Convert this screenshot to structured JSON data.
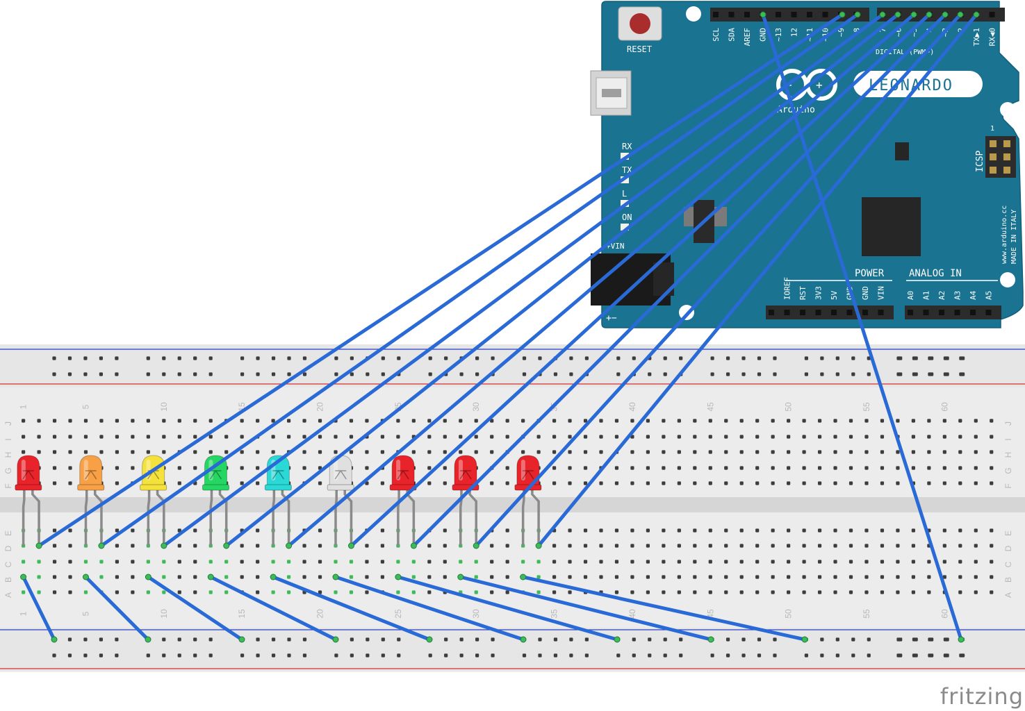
{
  "brand": "fritzing",
  "board": {
    "reset_label": "RESET",
    "logo_text": "LEONARDO",
    "logo_sub": "Arduino",
    "url_text": "www.arduino.cc",
    "made_text": "MADE IN ITALY",
    "icsp_label": "ICSP",
    "power_label": "POWER",
    "analog_label": "ANALOG IN",
    "vin_label": "+VIN",
    "digital_caption": "DIGITAL (PWM~)",
    "status_leds": [
      "RX",
      "TX",
      "L",
      "ON"
    ],
    "top_pins_left": [
      "SCL",
      "SDA",
      "AREF",
      "GND",
      "~13",
      "12",
      "~11",
      "~10",
      "~9",
      "8"
    ],
    "top_pins_right": [
      "7",
      "~6",
      "~5",
      "4",
      "~3",
      "2",
      "TX▶1",
      "RX◀0"
    ],
    "power_pins": [
      "IOREF",
      "RST",
      "3V3",
      "5V",
      "GND",
      "GND",
      "VIN"
    ],
    "analog_pins": [
      "A0",
      "A1",
      "A2",
      "A3",
      "A4",
      "A5"
    ],
    "colors": {
      "pcb": "#1a7391",
      "pcb_edge": "#0f5f7a",
      "header": "#2c2c2c"
    }
  },
  "breadboard": {
    "row_letters_top": [
      "J",
      "I",
      "H",
      "G",
      "F"
    ],
    "row_letters_bottom": [
      "E",
      "D",
      "C",
      "B",
      "A"
    ],
    "column_numbers": [
      "1",
      "5",
      "10",
      "15",
      "20",
      "25",
      "30",
      "35",
      "40",
      "45",
      "50",
      "55",
      "60"
    ],
    "colors": {
      "body": "#ececec",
      "hole": "#3c3c3c",
      "rail_red": "#d62d2d",
      "rail_blue": "#2740c8",
      "active": "#3dbb5a"
    }
  },
  "leds": [
    {
      "color": "#e8232a"
    },
    {
      "color": "#f7a046"
    },
    {
      "color": "#f5e13c"
    },
    {
      "color": "#25d663"
    },
    {
      "color": "#2ad8d5"
    },
    {
      "color": "#e0e0e0"
    },
    {
      "color": "#e8232a"
    },
    {
      "color": "#e8232a"
    },
    {
      "color": "#e8232a"
    }
  ],
  "wire_color": "#2a6ad6"
}
